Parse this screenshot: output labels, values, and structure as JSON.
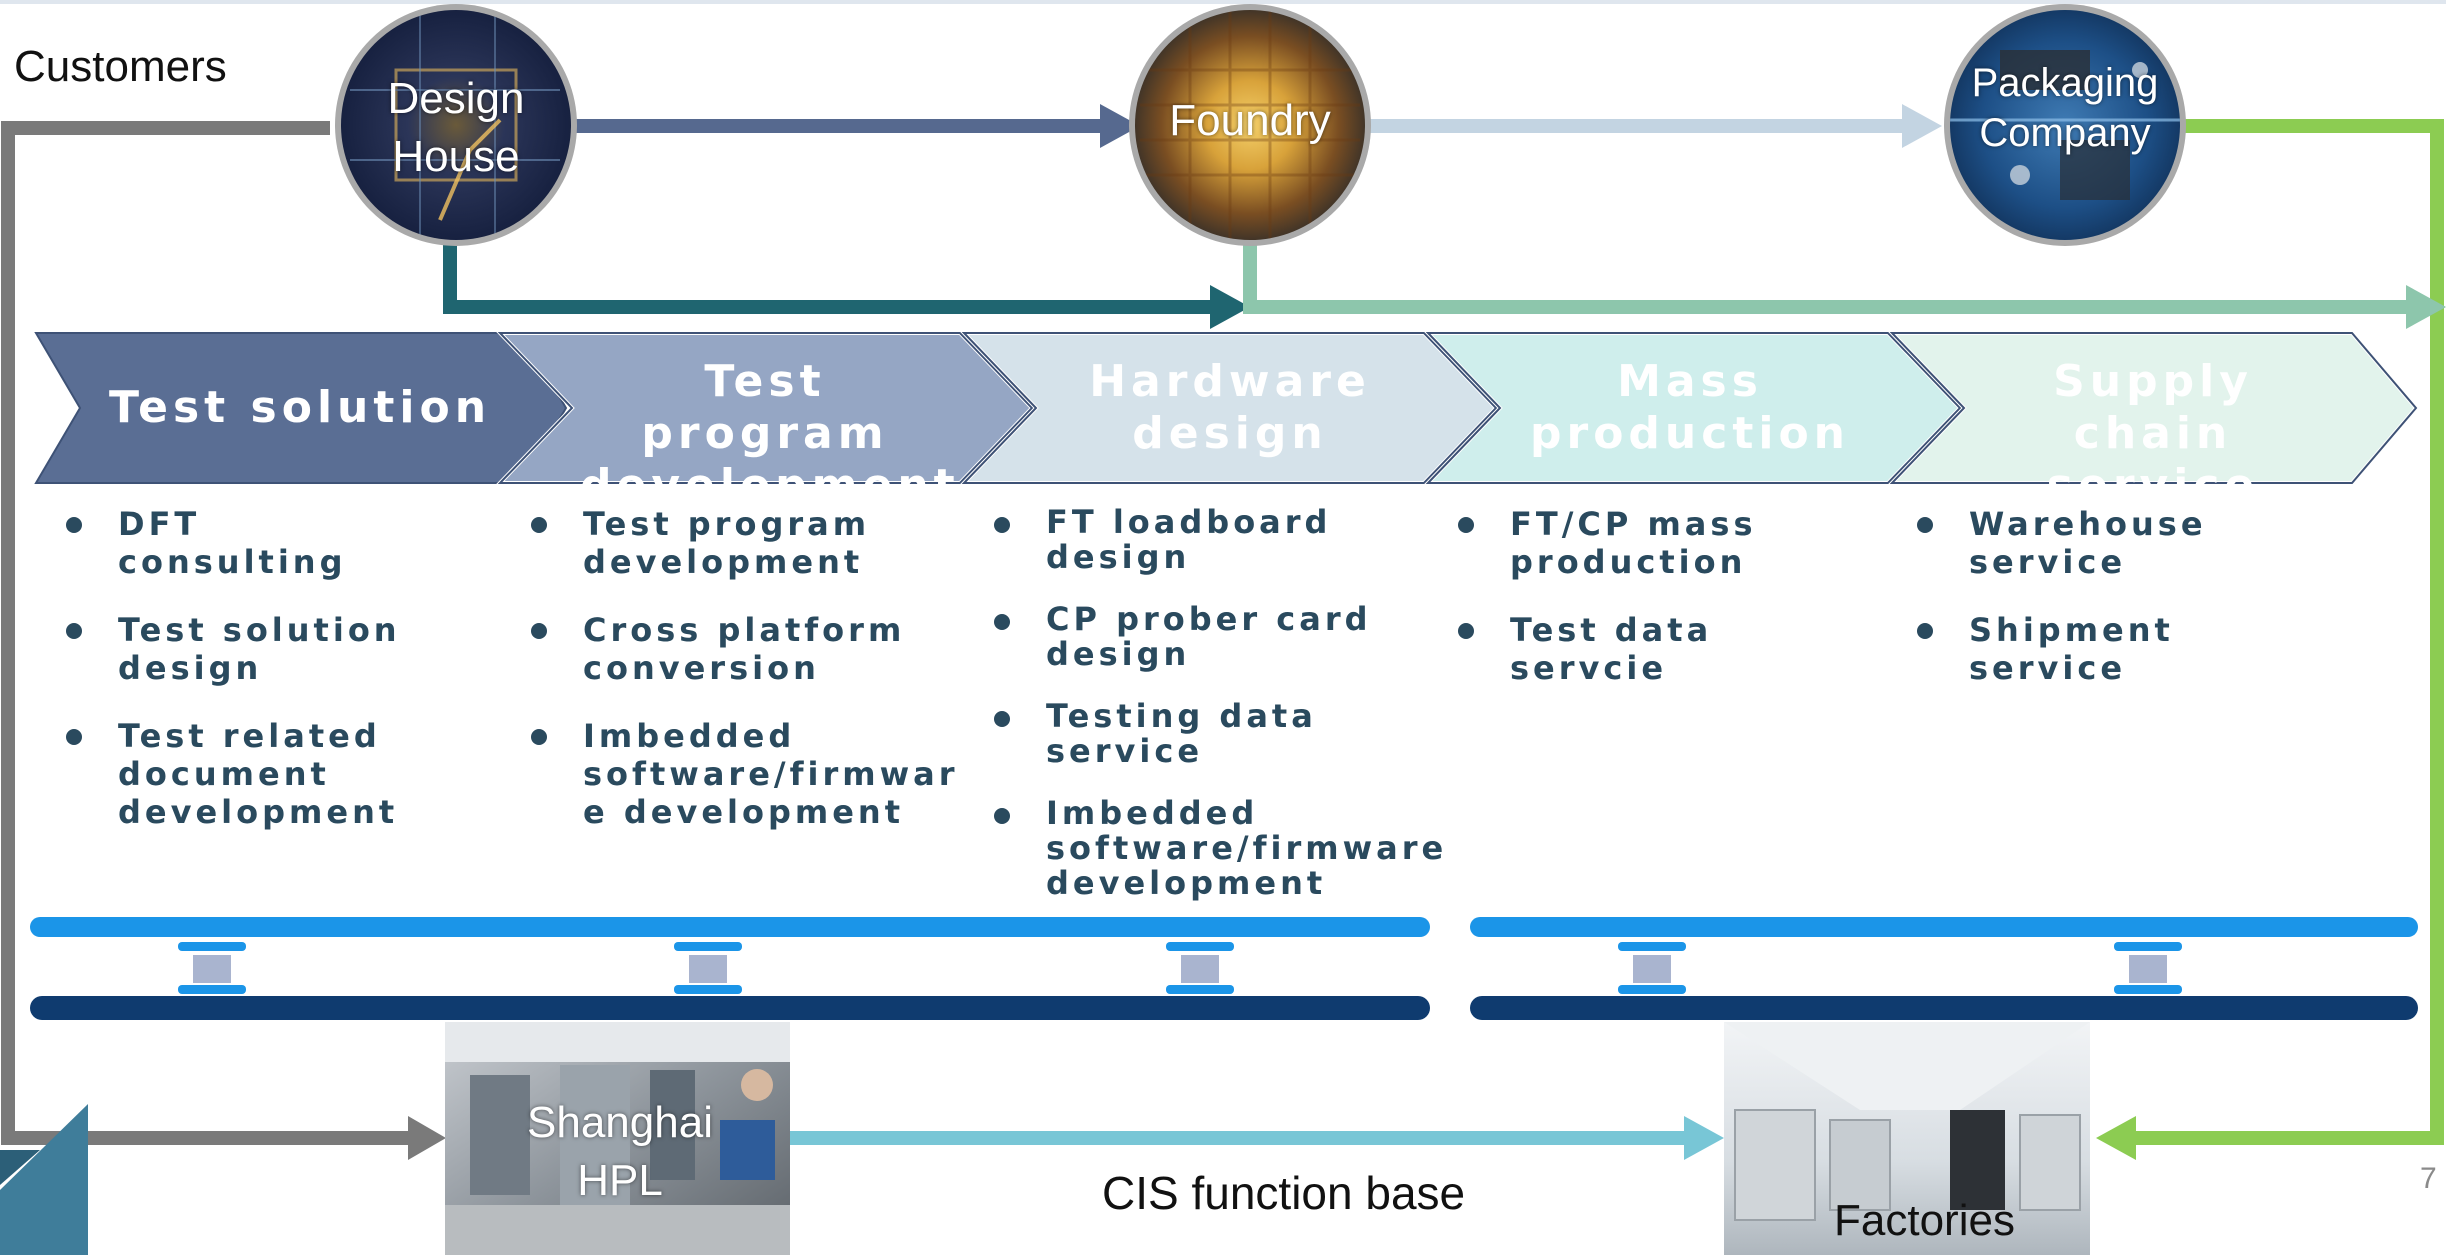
{
  "customers_label": "Customers",
  "nodes": {
    "design_house": "Design\nHouse",
    "foundry": "Foundry",
    "packaging": "Packaging\nCompany",
    "shanghai": "Shanghai\nHPL",
    "factories": "Factories"
  },
  "cis_label": "CIS function base",
  "page_number": "7",
  "stages": [
    {
      "title": "Test solution",
      "items": [
        "DFT consulting",
        "Test solution design",
        "Test related document development"
      ]
    },
    {
      "title": "Test program development",
      "items": [
        "Test program development",
        "Cross platform conversion",
        "Imbedded software/firmwar e development"
      ]
    },
    {
      "title": "Hardware design",
      "items": [
        "FT loadboard design",
        "CP prober card design",
        "Testing data service",
        "Imbedded software/firmware development"
      ]
    },
    {
      "title": "Mass production",
      "items": [
        "FT/CP mass production",
        "Test data servcie"
      ]
    },
    {
      "title": "Supply chain service",
      "items": [
        "Warehouse service",
        "Shipment service"
      ]
    }
  ],
  "colors": {
    "chevron_1": "#5a6e94",
    "chevron_2": "#95a6c4",
    "chevron_3": "#d5e2ea",
    "chevron_4": "#cfeeec",
    "chevron_5": "#e2f3ec",
    "bar_top": "#1b95e8",
    "bar_bottom": "#0f3b6f",
    "arrow_gray": "#7a7a7a",
    "arrow_navy": "#56698f",
    "arrow_lightblue": "#c3d4e2",
    "arrow_teal": "#1f6570",
    "arrow_mint": "#8dc6ac",
    "arrow_green": "#8ccc52",
    "arrow_cyan": "#78c6d6",
    "item_text": "#2a4a5e"
  }
}
